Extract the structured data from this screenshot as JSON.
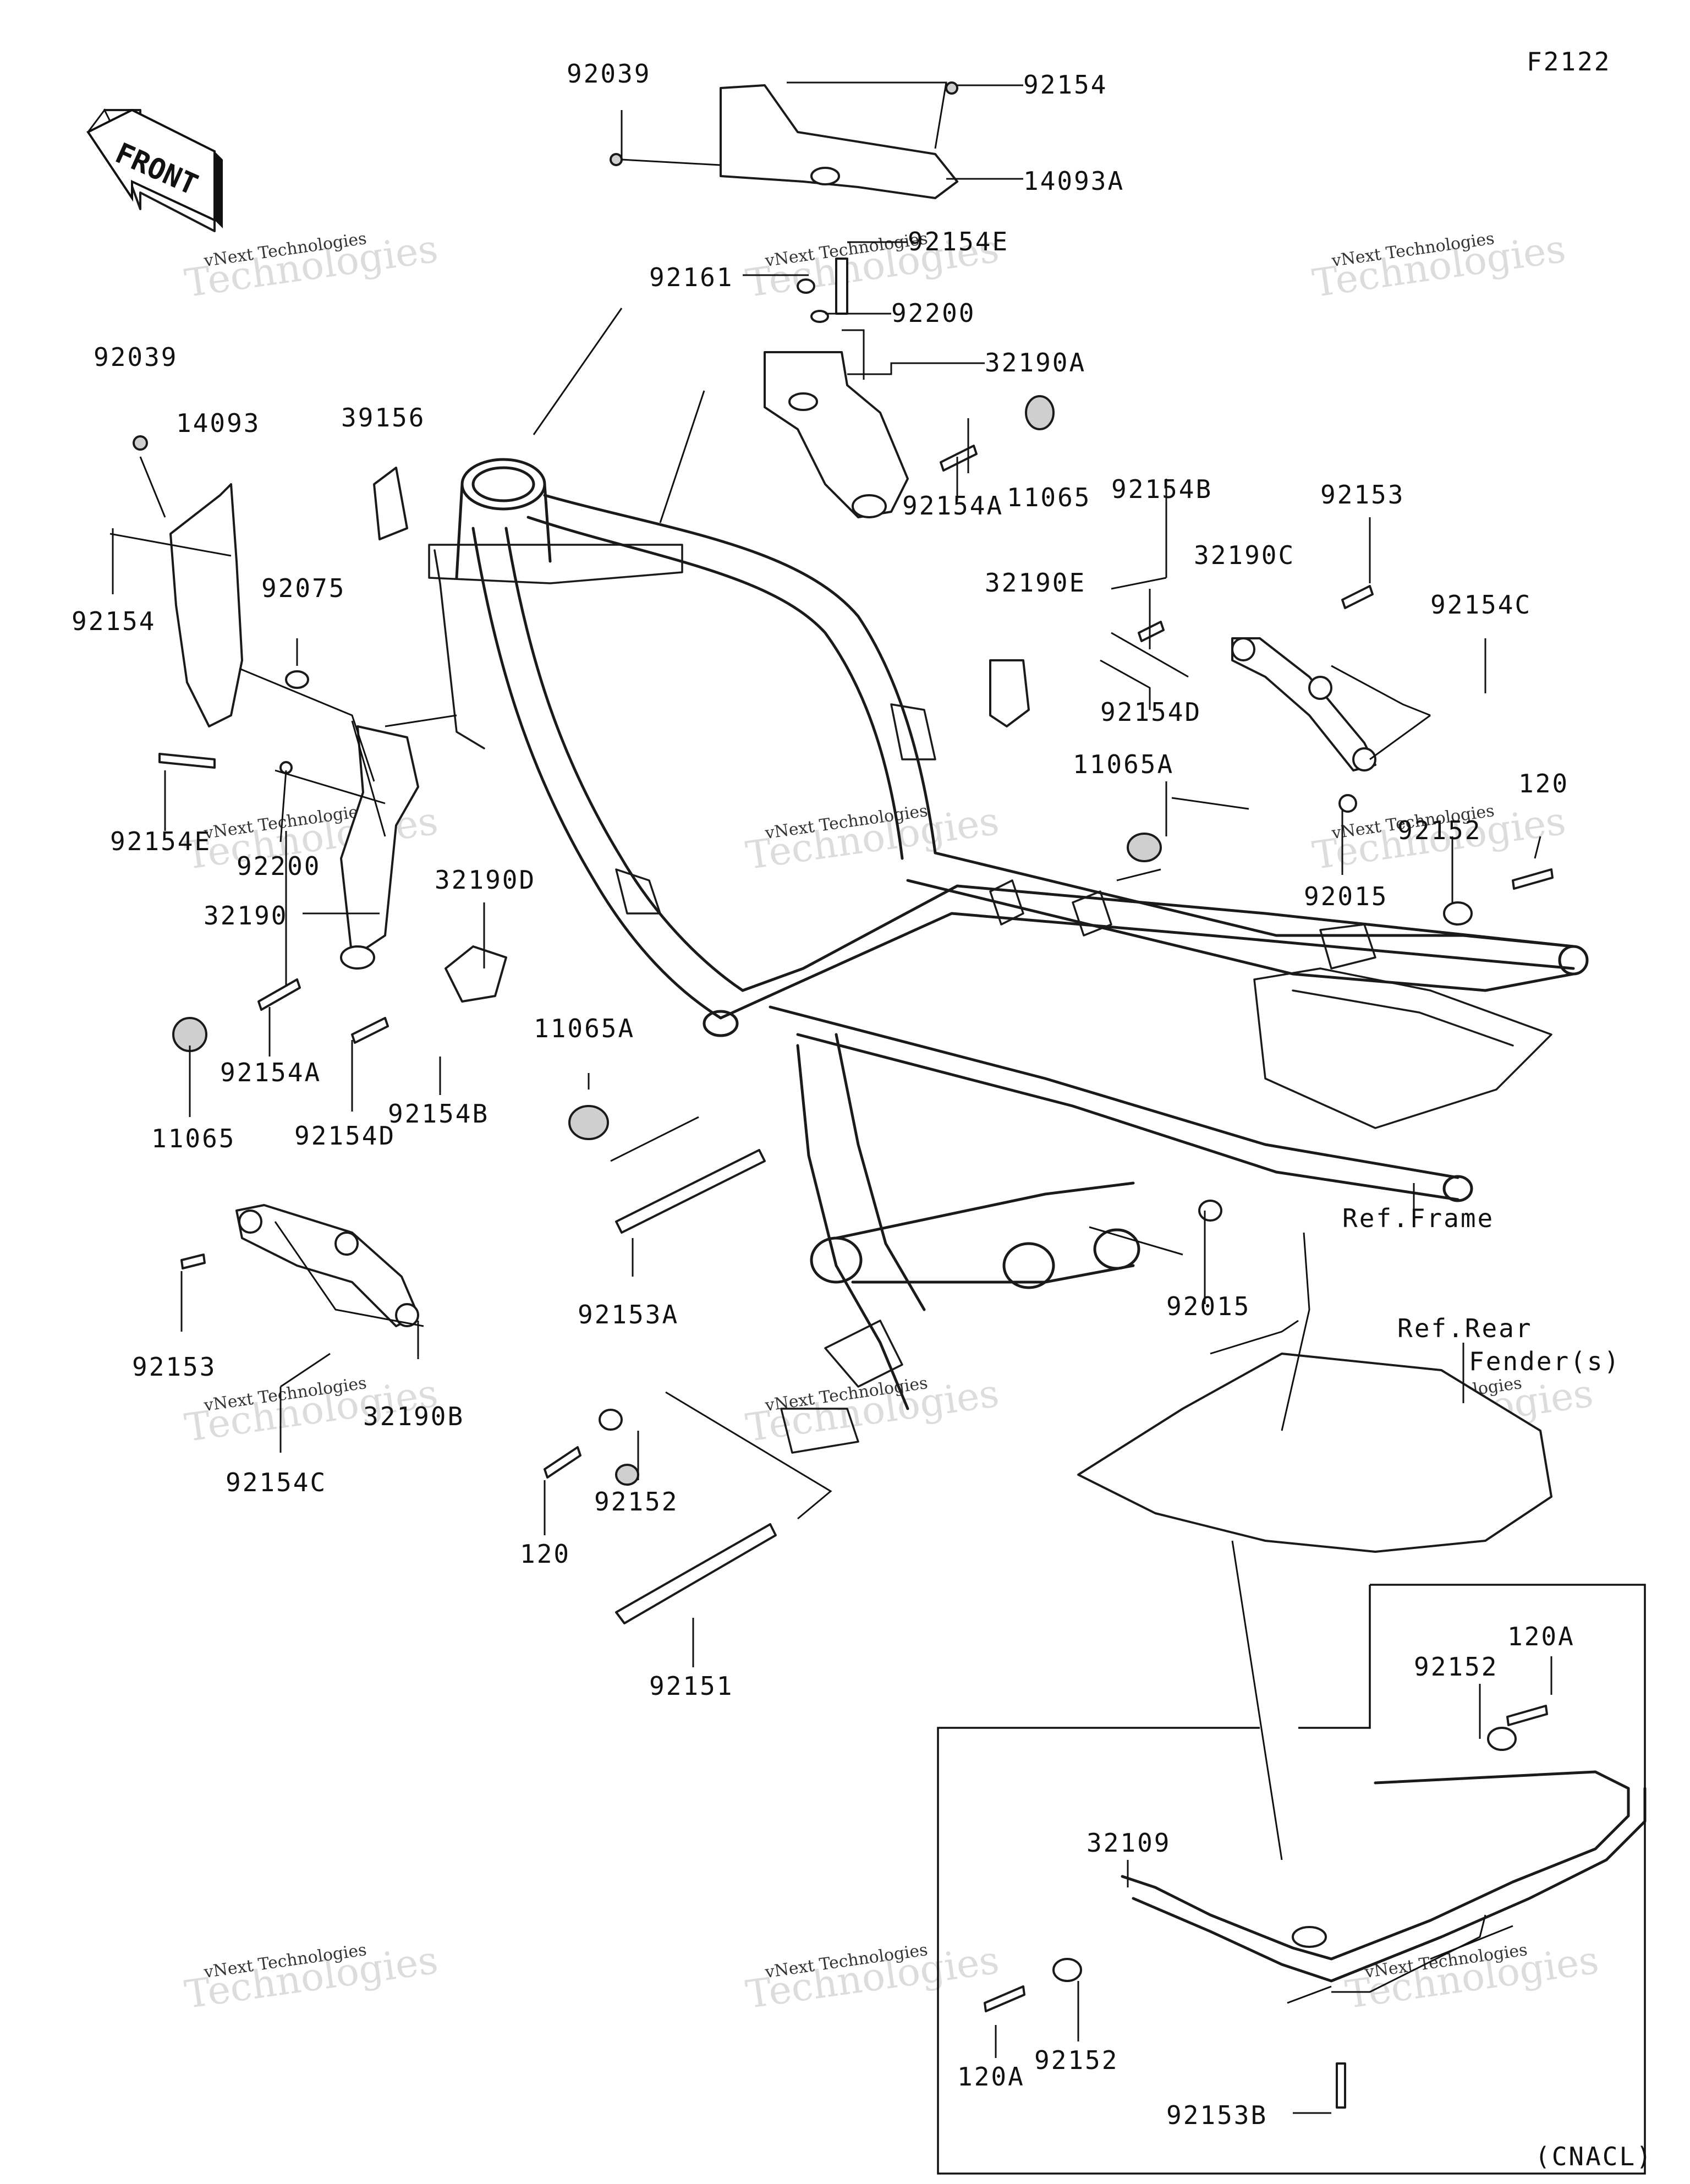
{
  "diagram_id": "F2122",
  "front_arrow_label": "FRONT",
  "watermark": {
    "line1": "vNext Technologies",
    "line2": "Technologies"
  },
  "labels": {
    "p92039_top": "92039",
    "p92154_top": "92154",
    "p14093A": "14093A",
    "p92154E_top": "92154E",
    "p92161": "92161",
    "p92200_top": "92200",
    "p32190A": "32190A",
    "p92039_left": "92039",
    "p14093": "14093",
    "p39156": "39156",
    "p11065_top": "11065",
    "p92154A_top": "92154A",
    "p92154B_right": "92154B",
    "p92153_right": "92153",
    "p32190C": "32190C",
    "p32190E": "32190E",
    "p92154C_right": "92154C",
    "p92154_left": "92154",
    "p92075": "92075",
    "p92154D_right": "92154D",
    "p11065A_right": "11065A",
    "p120_right": "120",
    "p92152_right": "92152",
    "p92015_right": "92015",
    "p92154E_left": "92154E",
    "p92200_left": "92200",
    "p32190D": "32190D",
    "p32190": "32190",
    "p11065A_mid": "11065A",
    "p92154A_left": "92154A",
    "p11065_left": "11065",
    "p92154B_left": "92154B",
    "p92154D_left": "92154D",
    "ref_frame": "Ref.Frame",
    "p92015_lower": "92015",
    "p92153A": "92153A",
    "p92153_left": "92153",
    "p32190B": "32190B",
    "p92154C_left": "92154C",
    "ref_rear_fender_1": "Ref.Rear",
    "ref_rear_fender_2": "Fender(s)",
    "p120_left": "120",
    "p92152_left": "92152",
    "p92151": "92151",
    "p120A_top": "120A",
    "p92152_box_top": "92152",
    "p32109": "32109",
    "p120A_bottom": "120A",
    "p92152_box_bottom": "92152",
    "p92153B": "92153B",
    "cnacl": "(CNACL)"
  }
}
